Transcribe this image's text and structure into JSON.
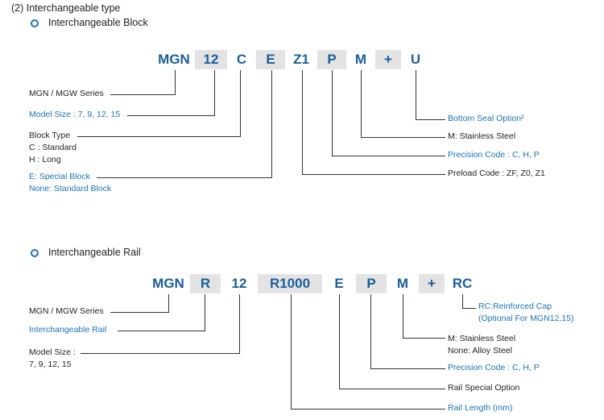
{
  "section_title": "(2) Interchangeable type",
  "block": {
    "title": "Interchangeable Block",
    "code": [
      "MGN",
      "12",
      "C",
      "E",
      "Z1",
      "P",
      "M",
      "+",
      "U"
    ],
    "left_labels": [
      {
        "lines": [
          "MGN / MGW Series"
        ],
        "color": "#222222"
      },
      {
        "lines": [
          "Model Size :  7, 9, 12, 15"
        ],
        "color": "#1a73b8"
      },
      {
        "lines": [
          "Block Type",
          "C : Standard",
          "H : Long"
        ],
        "color": "#222222"
      },
      {
        "lines": [
          "E: Special Block",
          "None: Standard Block"
        ],
        "color": "#1a73b8"
      }
    ],
    "right_labels": [
      {
        "text": "Bottom Seal Option²",
        "color": "#1a73b8"
      },
      {
        "text": "M: Stainless Steel",
        "color": "#222222"
      },
      {
        "text": "Precision Code : C, H, P",
        "color": "#1a73b8"
      },
      {
        "text": "Preload Code : ZF, Z0, Z1",
        "color": "#222222"
      }
    ]
  },
  "rail": {
    "title": "Interchangeable Rail",
    "code": [
      "MGN",
      "R",
      "12",
      "R1000",
      "E",
      "P",
      "M",
      "+",
      "RC"
    ],
    "left_labels": [
      {
        "lines": [
          "MGN / MGW Series"
        ],
        "color": "#222222"
      },
      {
        "lines": [
          "Interchangeable Rail"
        ],
        "color": "#1a73b8"
      },
      {
        "lines": [
          "Model Size :",
          "7, 9, 12, 15"
        ],
        "color": "#222222"
      }
    ],
    "right_labels": [
      {
        "lines": [
          "RC:Reinforced Cap",
          "(Optional For MGN12,15)"
        ],
        "color": "#1a73b8"
      },
      {
        "lines": [
          "M: Stainless Steel",
          "None: Alloy Steel"
        ],
        "color": "#222222"
      },
      {
        "lines": [
          "Precision Code : C, H, P"
        ],
        "color": "#1a73b8"
      },
      {
        "lines": [
          "Rail Special Option"
        ],
        "color": "#222222"
      },
      {
        "lines": [
          "Rail Length (mm)"
        ],
        "color": "#1a73b8"
      }
    ]
  },
  "colors": {
    "accent": "#1a73b8",
    "code_text": "#1a5e9c",
    "box_shade": "#e3e3e3",
    "line": "#333333"
  }
}
